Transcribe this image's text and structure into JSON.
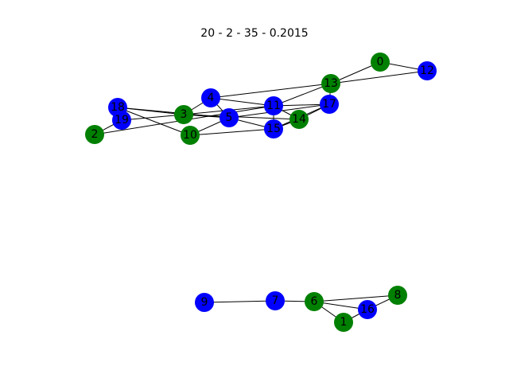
{
  "title": "20 - 2 - 35 - 0.2015",
  "colors": {
    "blue": "#0000ff",
    "green": "#008000",
    "edge": "#000000",
    "background": "#ffffff"
  },
  "graph": {
    "nodes": [
      {
        "id": "0",
        "label": "0",
        "color": "green"
      },
      {
        "id": "1",
        "label": "1",
        "color": "green"
      },
      {
        "id": "2",
        "label": "2",
        "color": "green"
      },
      {
        "id": "3",
        "label": "3",
        "color": "green"
      },
      {
        "id": "4",
        "label": "4",
        "color": "blue"
      },
      {
        "id": "5",
        "label": "5",
        "color": "blue"
      },
      {
        "id": "6",
        "label": "6",
        "color": "green"
      },
      {
        "id": "7",
        "label": "7",
        "color": "blue"
      },
      {
        "id": "8",
        "label": "8",
        "color": "green"
      },
      {
        "id": "9",
        "label": "9",
        "color": "blue"
      },
      {
        "id": "10",
        "label": "10",
        "color": "green"
      },
      {
        "id": "11",
        "label": "11",
        "color": "blue"
      },
      {
        "id": "12",
        "label": "12",
        "color": "blue"
      },
      {
        "id": "13",
        "label": "13",
        "color": "green"
      },
      {
        "id": "14",
        "label": "14",
        "color": "green"
      },
      {
        "id": "15",
        "label": "15",
        "color": "blue"
      },
      {
        "id": "16",
        "label": "16",
        "color": "blue"
      },
      {
        "id": "17",
        "label": "17",
        "color": "blue"
      },
      {
        "id": "18",
        "label": "18",
        "color": "blue"
      },
      {
        "id": "19",
        "label": "19",
        "color": "blue"
      }
    ],
    "edges": [
      [
        "0",
        "13"
      ],
      [
        "0",
        "12"
      ],
      [
        "13",
        "12"
      ],
      [
        "13",
        "4"
      ],
      [
        "13",
        "11"
      ],
      [
        "13",
        "17"
      ],
      [
        "4",
        "3"
      ],
      [
        "4",
        "11"
      ],
      [
        "4",
        "5"
      ],
      [
        "3",
        "18"
      ],
      [
        "3",
        "19"
      ],
      [
        "3",
        "5"
      ],
      [
        "3",
        "11"
      ],
      [
        "3",
        "14"
      ],
      [
        "18",
        "10"
      ],
      [
        "18",
        "5"
      ],
      [
        "19",
        "2"
      ],
      [
        "2",
        "11"
      ],
      [
        "10",
        "5"
      ],
      [
        "10",
        "15"
      ],
      [
        "5",
        "17"
      ],
      [
        "5",
        "15"
      ],
      [
        "11",
        "15"
      ],
      [
        "11",
        "17"
      ],
      [
        "11",
        "14"
      ],
      [
        "15",
        "17"
      ],
      [
        "15",
        "14"
      ],
      [
        "14",
        "17"
      ],
      [
        "19",
        "18"
      ],
      [
        "9",
        "7"
      ],
      [
        "7",
        "6"
      ],
      [
        "6",
        "8"
      ],
      [
        "6",
        "16"
      ],
      [
        "6",
        "1"
      ],
      [
        "1",
        "16"
      ],
      [
        "16",
        "8"
      ]
    ]
  }
}
